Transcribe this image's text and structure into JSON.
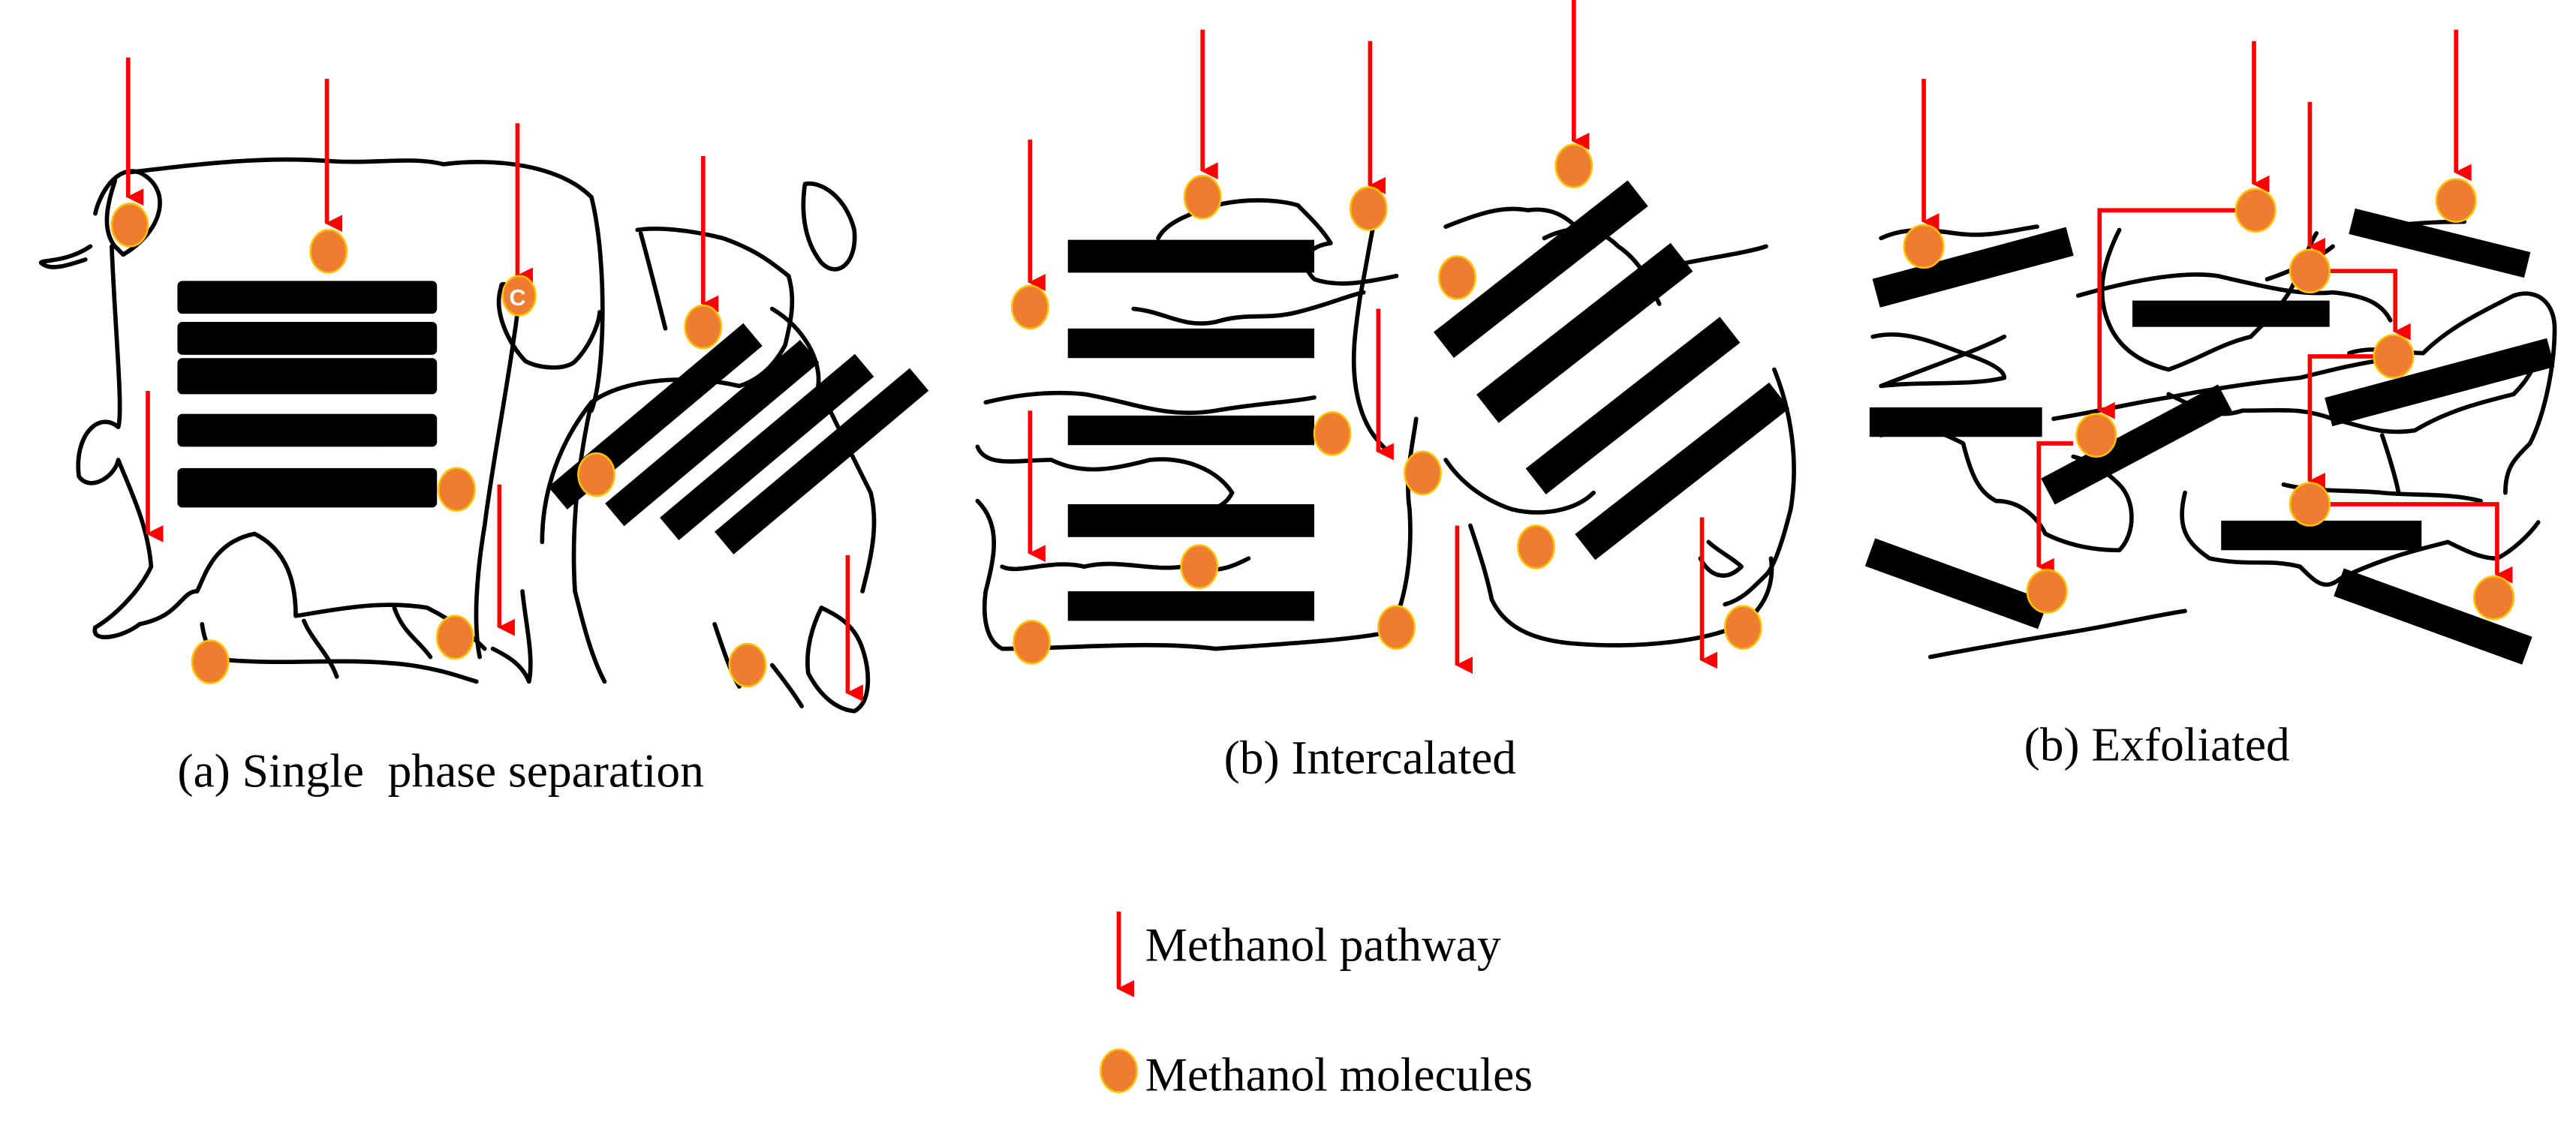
{
  "figure": {
    "panels": [
      {
        "id": "a",
        "caption": "(a) Single  phase separation",
        "molecule_label": "C"
      },
      {
        "id": "b",
        "caption": "(b) Intercalated"
      },
      {
        "id": "c",
        "caption": "(b) Exfoliated"
      }
    ],
    "legend": {
      "pathway_label": "Methanol pathway",
      "molecules_label": "Methanol molecules"
    },
    "colors": {
      "pathway": "#ff0000",
      "molecule_fill": "#ed7d31",
      "molecule_stroke": "#ffc000",
      "clay_layer": "#000000"
    }
  }
}
